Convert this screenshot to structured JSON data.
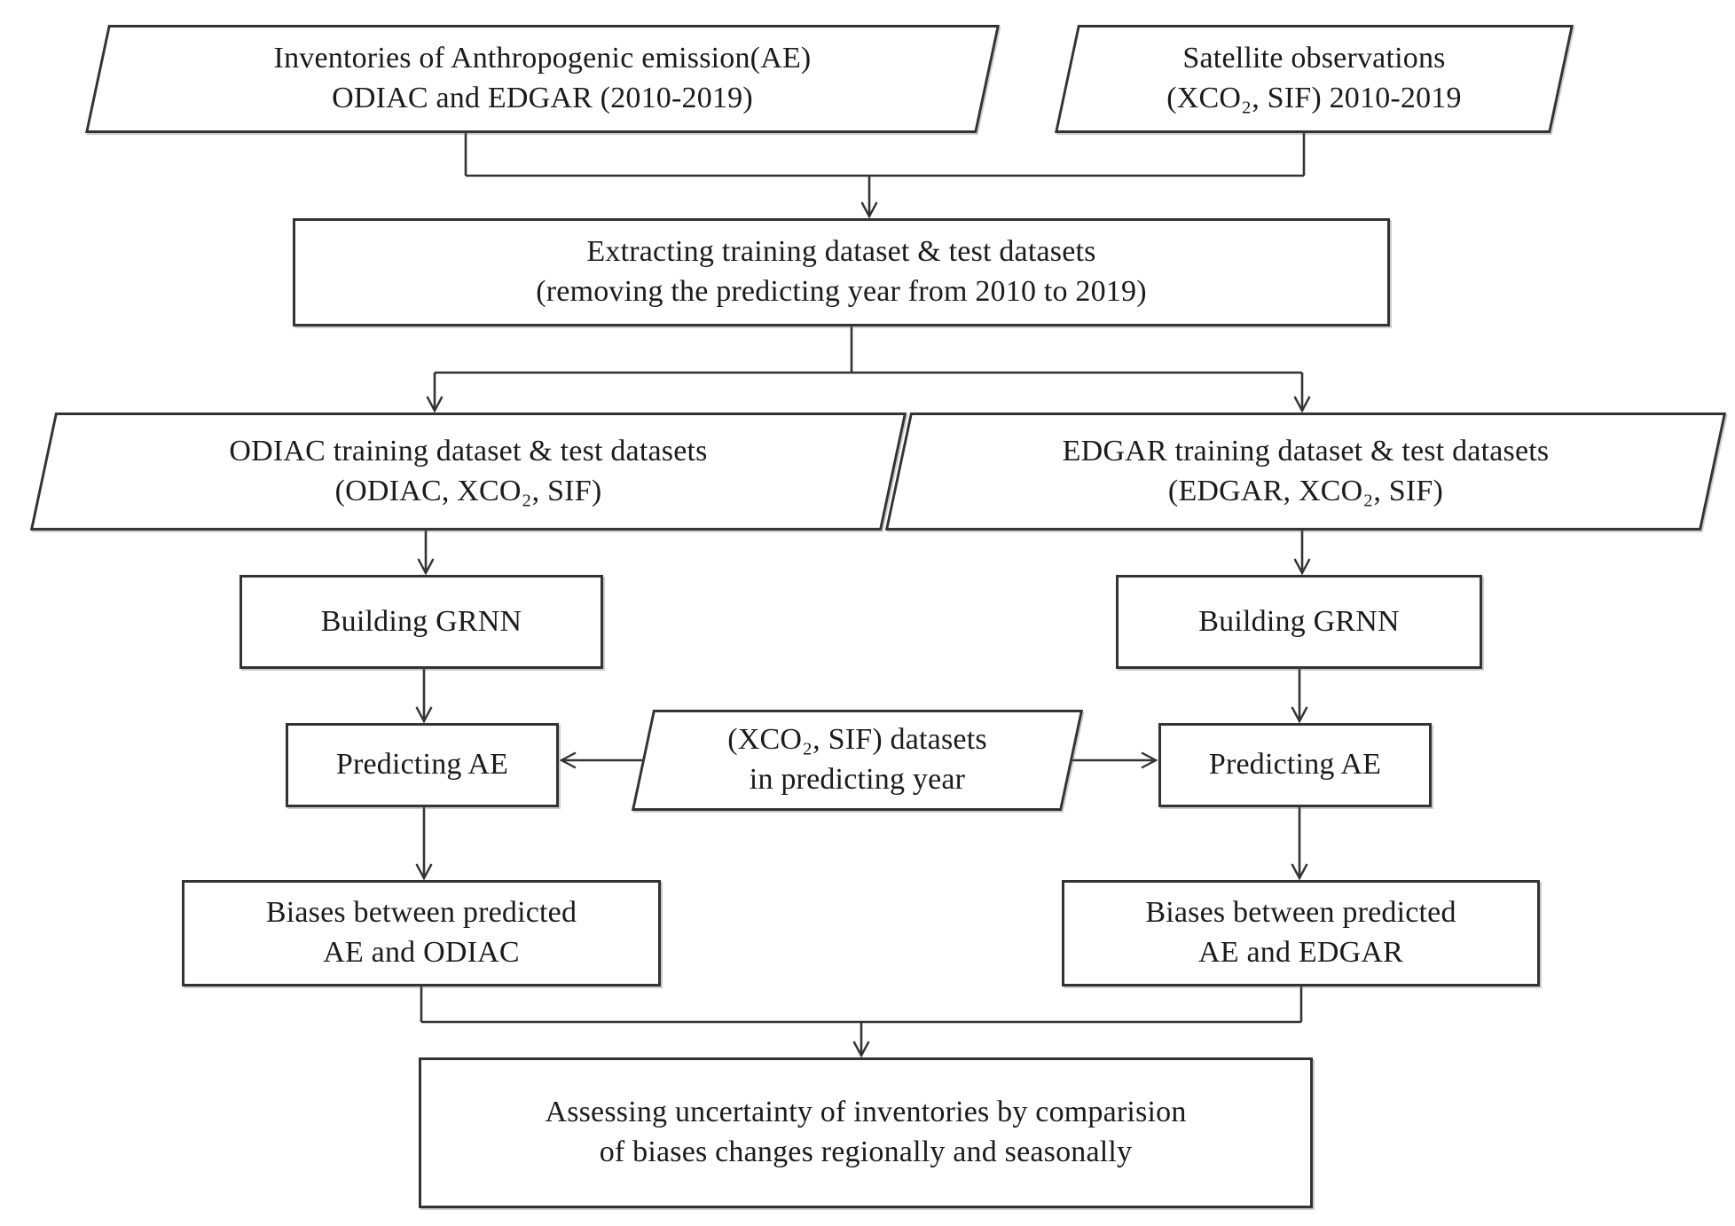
{
  "diagram": {
    "colors": {
      "line": "#333333",
      "text": "#1b1b1b",
      "background": "#ffffff"
    },
    "nodes": {
      "inventories": {
        "shape": "parallelogram",
        "text": "Inventories of Anthropogenic emission(AE)\nODIAC and EDGAR (2010-2019)"
      },
      "satellite": {
        "shape": "parallelogram",
        "text": "Satellite observations\n(XCO₂, SIF) 2010-2019"
      },
      "extract": {
        "shape": "rectangle",
        "text": "Extracting training dataset & test datasets\n(removing the predicting year from 2010 to 2019)"
      },
      "odiac_dataset": {
        "shape": "parallelogram",
        "text": "ODIAC training dataset & test datasets\n(ODIAC, XCO₂, SIF)"
      },
      "edgar_dataset": {
        "shape": "parallelogram",
        "text": "EDGAR training dataset & test datasets\n(EDGAR, XCO₂, SIF)"
      },
      "grnn_left": {
        "shape": "rectangle",
        "text": "Building GRNN"
      },
      "grnn_right": {
        "shape": "rectangle",
        "text": "Building GRNN"
      },
      "predict_left": {
        "shape": "rectangle",
        "text": "Predicting AE"
      },
      "predict_right": {
        "shape": "rectangle",
        "text": "Predicting AE"
      },
      "predicting_year_datasets": {
        "shape": "parallelogram",
        "text": "(XCO₂, SIF) datasets\nin predicting year"
      },
      "biases_left": {
        "shape": "rectangle",
        "text": "Biases between predicted\nAE and ODIAC"
      },
      "biases_right": {
        "shape": "rectangle",
        "text": "Biases between predicted\nAE and EDGAR"
      },
      "assess": {
        "shape": "rectangle",
        "text": "Assessing uncertainty of inventories by comparision\nof biases changes regionally and seasonally"
      }
    }
  }
}
